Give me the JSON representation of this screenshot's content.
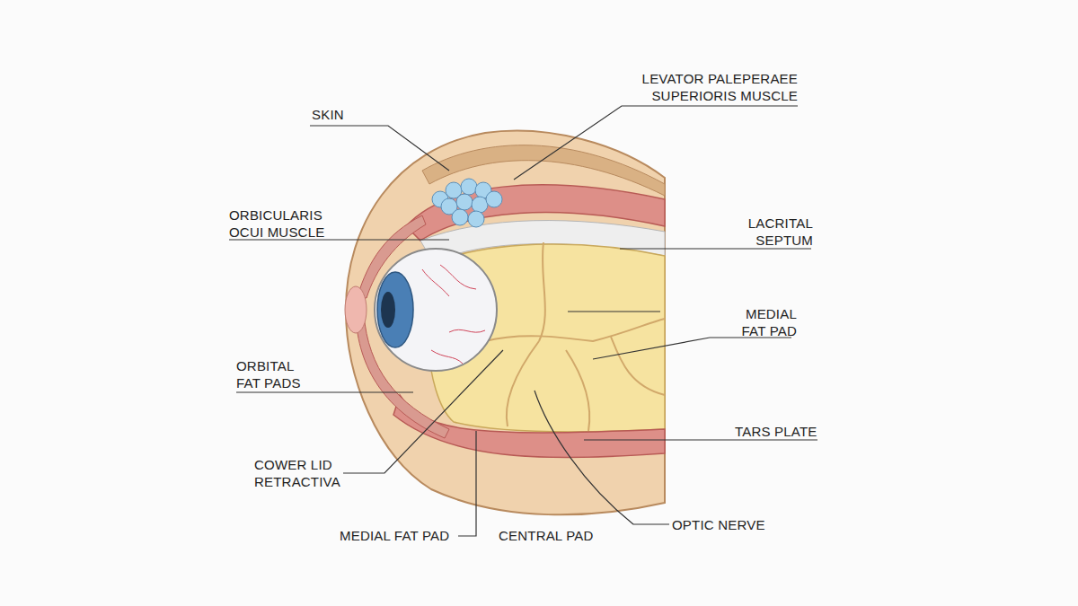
{
  "diagram": {
    "labels": [
      "LEVATOR PALEPERAEE SUPERIORIS MUSCLE",
      "SKIN",
      "ORBICULARIS OCUI MUSCLE",
      "LACRITAL SEPTUM",
      "MEDIAL FAT PAD",
      "ORBITAL FAT PADS",
      "TARS PLATE",
      "COWER LID RETRACTIVA",
      "MEDIAL FAT PAD",
      "CENTRAL PAD",
      "OPTIC NERVE"
    ]
  }
}
